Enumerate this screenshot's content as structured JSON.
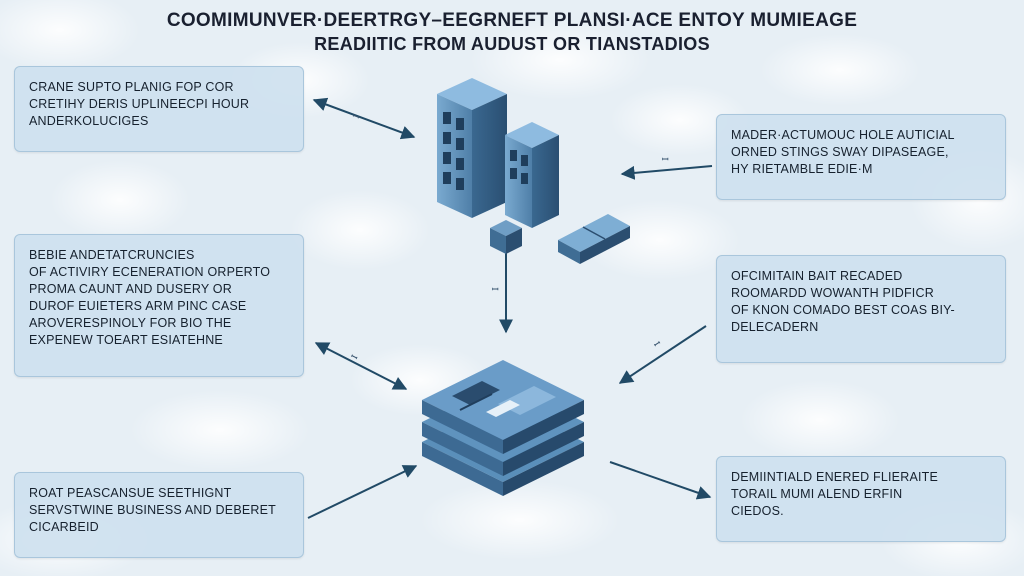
{
  "title": {
    "line1": "COOMIMUNVER·DEERTRGY–EEGRNEFT PLANSI·ACE ENTOY MUMIEAGE",
    "line2": "READIITIC FROM AUDUST OR TIANSTADIOS"
  },
  "boxes": {
    "top_left": [
      "CRANE SUPTO PLANIG FOP COR",
      "CRETIHY DERIS UPLINEECPI HOUR",
      "ANDERKOLUCIGES"
    ],
    "mid_left": [
      "BEBIE ANDETATCRUNCIES",
      "OF ACTIVIRY ECENERATION ORPERTO",
      "PROMA CAUNT AND DUSERY OR",
      "DUROF EUIETERS ARM PINC CASE",
      "AROVERESPINOLY FOR BIO THE",
      "EXPENEW TOEART ESIATEHNE"
    ],
    "bottom_left": [
      "ROAT PEASCANSUE SEETHIGNT",
      "SERVSTWINE BUSINESS AND DEBERET",
      "CICARBEID"
    ],
    "top_right": [
      "MADER·ACTUMOUC HOLE AUTICIAL",
      "ORNED STINGS SWAY DIPASEAGE,",
      "HY RIETAMBLE EDIE·M"
    ],
    "mid_right": [
      "OFCIMITAIN BAIT RECADED",
      "ROOMARDD WOWANTH PIDFICR",
      "OF KNON COMADO BEST COAS BIY-",
      "DELECADERN"
    ],
    "bottom_right": [
      "DEMIINTIALD ENERED FLIERAITE",
      "TORAIL MUMI ALEND ERFIN",
      "CIEDOS."
    ]
  },
  "colors": {
    "arrow": "#214a66",
    "building_light": "#6a9cc2",
    "building_dark": "#2f5678",
    "stack_top": "#5a8fba",
    "stack_side": "#2a4f72"
  },
  "icons": {
    "building": "office-building-icon",
    "stack": "server-stack-icon"
  }
}
